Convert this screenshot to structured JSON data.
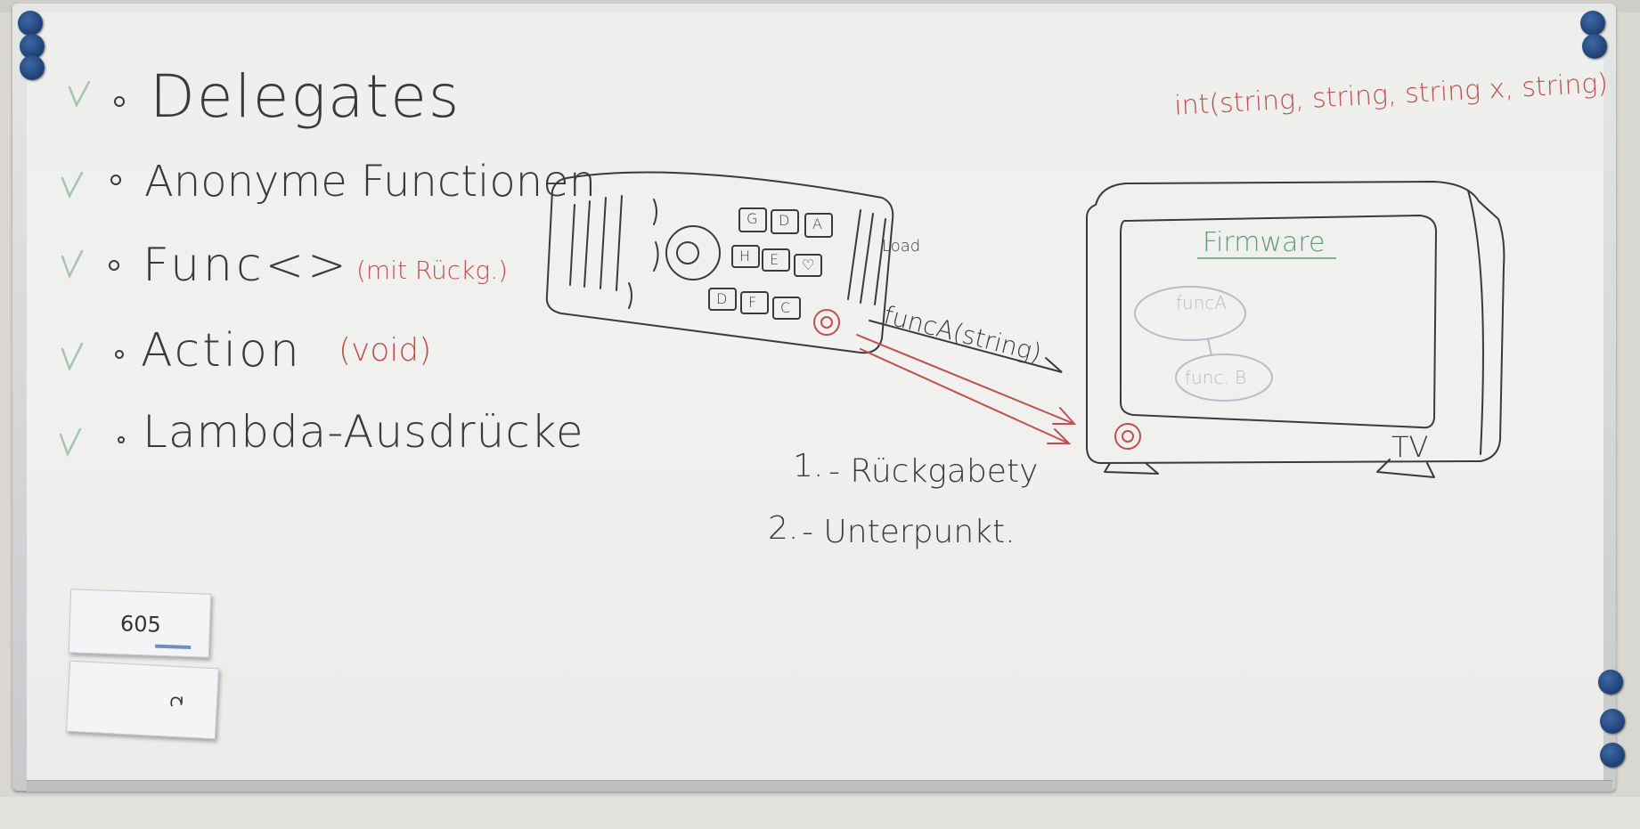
{
  "board": {
    "topics": [
      {
        "label": "Delegates"
      },
      {
        "label": "Anonyme Functionen"
      },
      {
        "label": "Func<>",
        "note": "(mit Rückg.)"
      },
      {
        "label": "Action",
        "note": "(void)"
      },
      {
        "label": "Lambda-Ausdrücke"
      }
    ],
    "top_right_signature": "int(string, string, string x, string)",
    "remote_label": "Load",
    "arrow_label": "funcA(string)",
    "remote_buttons": [
      "G",
      "D",
      "A",
      "H",
      "E",
      "♡",
      "D",
      "F",
      "C"
    ],
    "tv": {
      "label": "TV",
      "screen_text": "Firmware",
      "func_a": "funcA",
      "func_b": "func. B"
    },
    "questions": [
      {
        "num": "1.",
        "text": "- Rückgabety"
      },
      {
        "num": "2.",
        "text": "- Unterpunkt."
      }
    ],
    "erasers": [
      {
        "label": "605"
      },
      {
        "label": "ح"
      }
    ]
  },
  "colors": {
    "ink_dark": "#3a3a3d",
    "ink_red": "#c0504d",
    "ink_green": "#5c9a78",
    "magnet_blue": "#1e3f72"
  }
}
